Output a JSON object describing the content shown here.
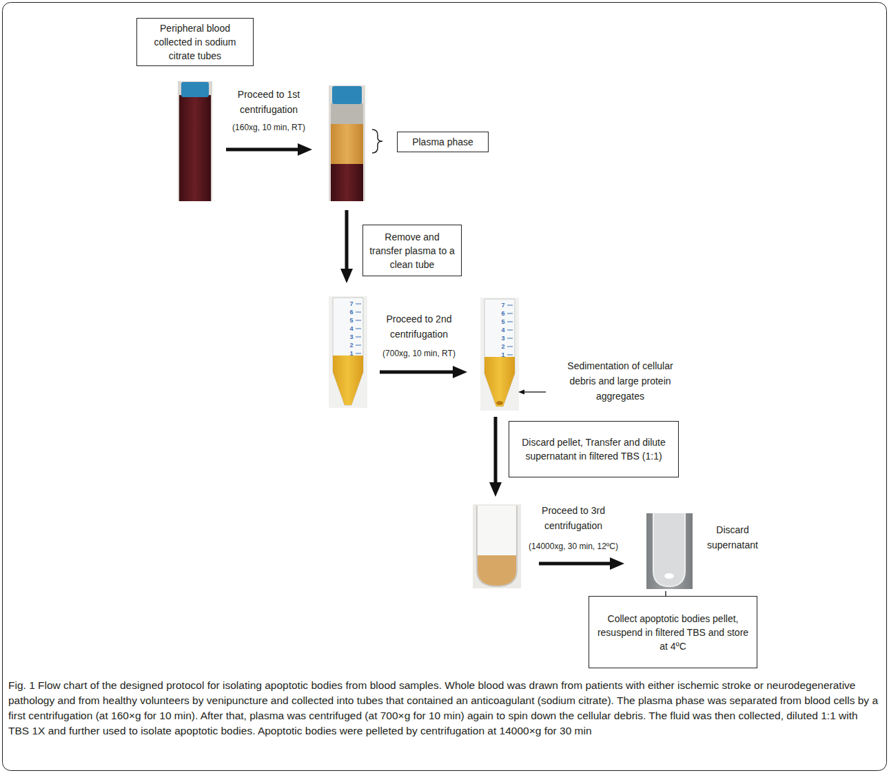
{
  "diagram": {
    "caption": "Fig. 1 Flow chart of the designed protocol for isolating apoptotic bodies from blood samples. Whole blood was drawn from patients with either ischemic stroke or neurodegenerative pathology and from healthy volunteers by venipuncture and collected into tubes that contained an anticoagulant (sodium citrate). The plasma phase was separated from blood cells by a first centrifugation (at 160×g for 10 min). After that, plasma was centrifuged (at 700×g for 10 min) again to spin down the cellular debris. The fluid was then collected, diluted 1:1 with TBS 1X and further used to isolate apoptotic bodies. Apoptotic bodies were pelleted by centrifugation at 14000×g for 30 min",
    "nodes": [
      {
        "text": [
          "Peripheral blood collected in sodium citrate tubes"
        ]
      },
      {
        "text": [
          "Plasma phase"
        ]
      },
      {
        "text": [
          "Remove and transfer plasma to a clean tube"
        ]
      },
      {
        "text": [
          "Discard pellet, Transfer and dilute supernatant in filtered TBS (1:1)"
        ]
      },
      {
        "text": [
          "Collect apoptotic bodies pellet, resuspend in filtered TBS and store at 4ºC"
        ]
      }
    ],
    "labels": [
      "Proceed to 1st centrifugation",
      "(160xg, 10 min, RT)",
      "7",
      "6",
      "5",
      "4",
      "3",
      "2",
      "1",
      "Proceed to 2nd centrifugation",
      "(700xg, 10 min, RT)",
      "7",
      "6",
      "5",
      "4",
      "3",
      "2",
      "1",
      "Sedimentation of cellular debris and large protein aggregates",
      "Proceed to 3rd centrifugation",
      "(14000xg, 30 min, 12ºC)",
      "Discard supernatant"
    ]
  }
}
